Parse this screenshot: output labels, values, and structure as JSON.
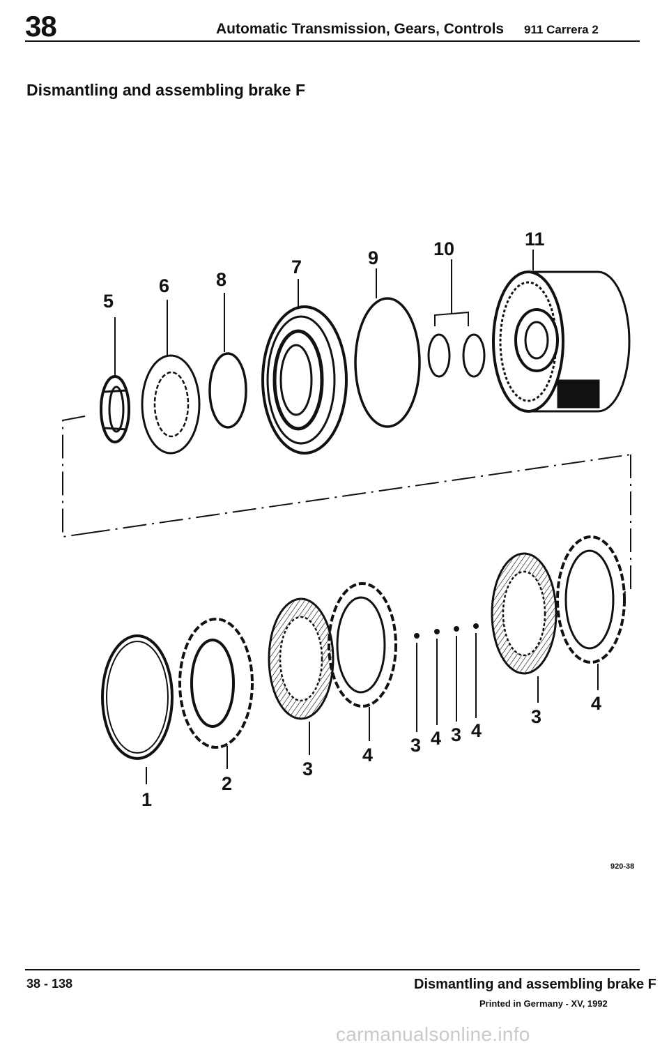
{
  "header": {
    "section_number": "38",
    "title": "Automatic Transmission, Gears, Controls",
    "model": "911 Carrera 2"
  },
  "page_heading": "Dismantling and assembling brake F",
  "diagram": {
    "callouts": {
      "c1": "1",
      "c2": "2",
      "c3a": "3",
      "c3b": "3",
      "c3c": "3",
      "c3d": "3",
      "c4a": "4",
      "c4b": "4",
      "c4c": "4",
      "c4d": "4",
      "c5": "5",
      "c6": "6",
      "c7": "7",
      "c8": "8",
      "c9": "9",
      "c10": "10",
      "c11": "11"
    },
    "figure_code": "920-38"
  },
  "footer": {
    "page_number": "38 - 138",
    "title": "Dismantling and assembling brake F",
    "printed": "Printed in Germany - XV, 1992"
  },
  "watermark": "carmanualsonline.info"
}
